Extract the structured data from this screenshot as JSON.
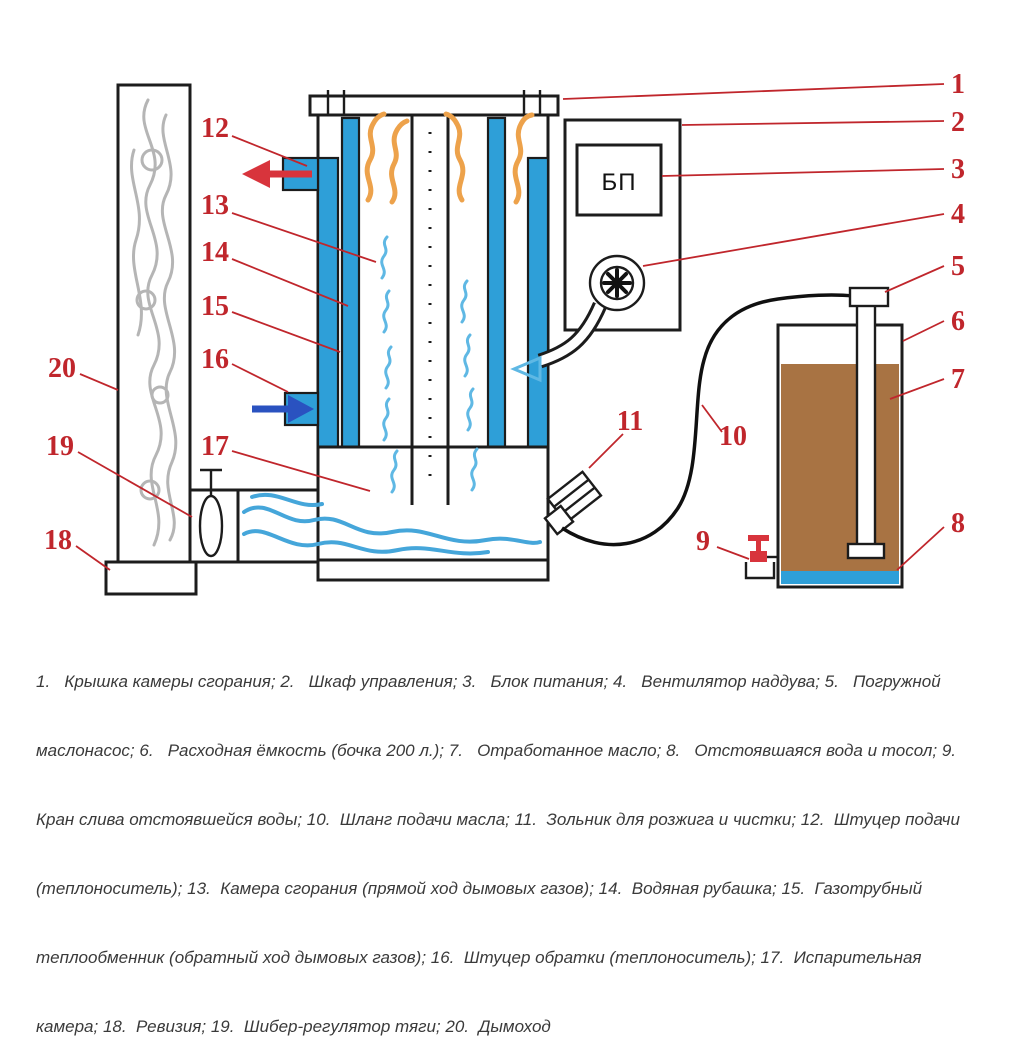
{
  "colors": {
    "ink": "#1c1c1c",
    "accent_red": "#c0262c",
    "arrow_red": "#d8343c",
    "inlet_arrow_blue": "#2a52c0",
    "water_blue": "#2e9fd8",
    "flow_blue": "#45a6da",
    "flame_blue": "#5fb8e4",
    "flame_orange": "#eda24b",
    "oil_brown": "#a87343",
    "smoke_gray": "#b5b5b5"
  },
  "cabinet": {
    "power_supply_label": "БП"
  },
  "callouts": [
    {
      "n": "1"
    },
    {
      "n": "2"
    },
    {
      "n": "3"
    },
    {
      "n": "4"
    },
    {
      "n": "5"
    },
    {
      "n": "6"
    },
    {
      "n": "7"
    },
    {
      "n": "8"
    },
    {
      "n": "9"
    },
    {
      "n": "10"
    },
    {
      "n": "11"
    },
    {
      "n": "12"
    },
    {
      "n": "13"
    },
    {
      "n": "14"
    },
    {
      "n": "15"
    },
    {
      "n": "16"
    },
    {
      "n": "17"
    },
    {
      "n": "18"
    },
    {
      "n": "19"
    },
    {
      "n": "20"
    }
  ],
  "legend": {
    "lines": [
      "1.   Крышка камеры сгорания; 2.   Шкаф управления; 3.   Блок питания; 4.   Вентилятор наддува; 5.   Погружной",
      "маслонасос; 6.   Расходная ёмкость (бочка 200 л.); 7.   Отработанное масло; 8.   Отстоявшаяся вода и тосол; 9.",
      "Кран слива отстоявшейся воды; 10.  Шланг подачи масла; 11.  Зольник для розжига и чистки; 12.  Штуцер подачи",
      "(теплоноситель); 13.  Камера сгорания (прямой ход дымовых газов); 14.  Водяная рубашка; 15.  Газотрубный",
      "теплообменник (обратный ход дымовых газов); 16.  Штуцер обратки (теплоноситель); 17.  Испарительная",
      "камера; 18.  Ревизия; 19.  Шибер-регулятор тяги; 20.  Дымоход"
    ]
  }
}
